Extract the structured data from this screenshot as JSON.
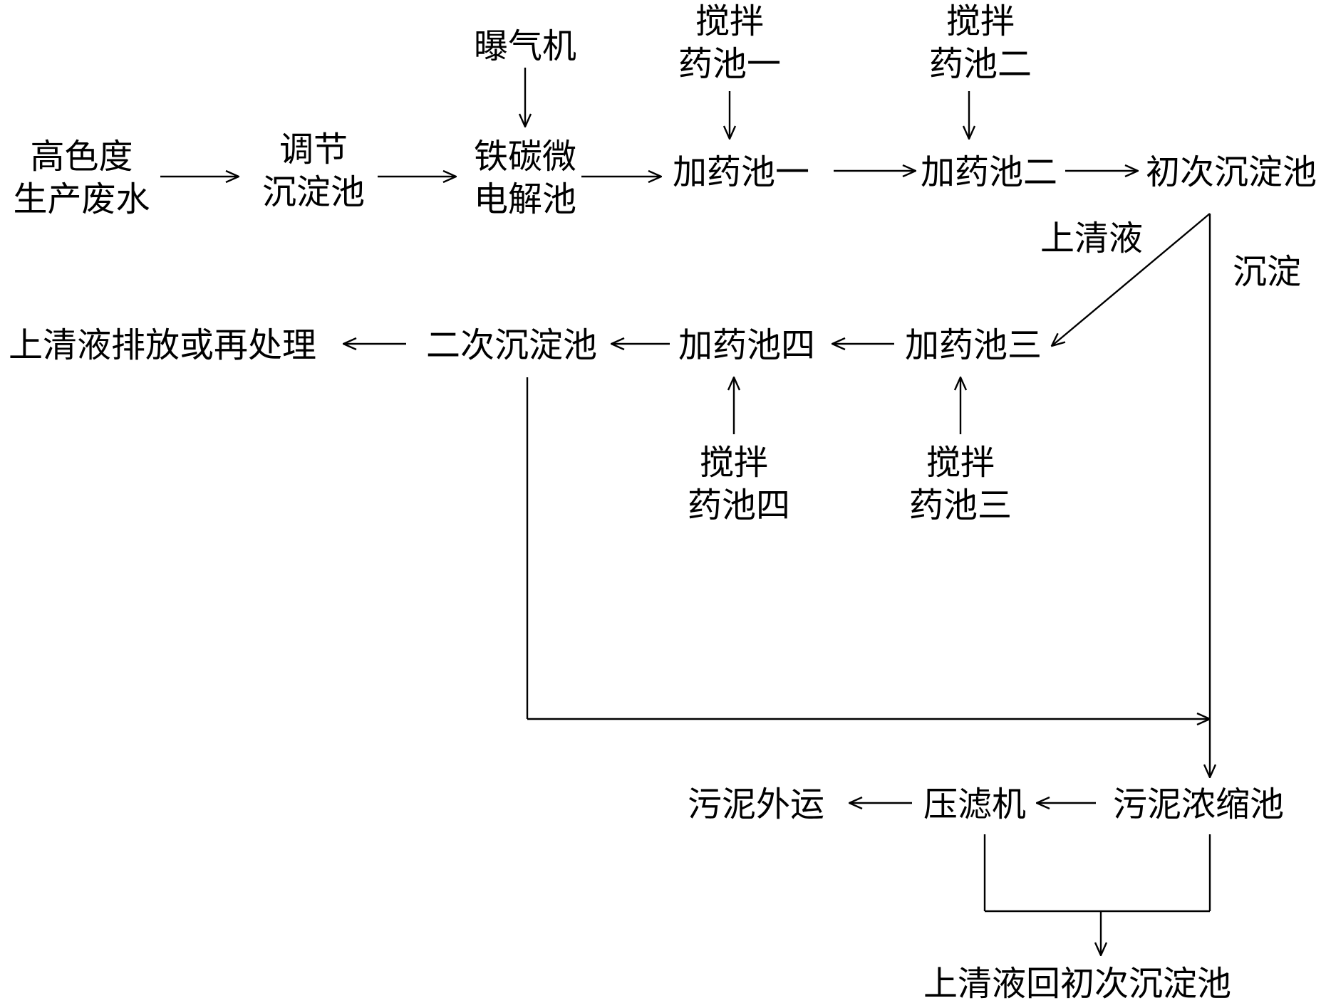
{
  "nodes": {
    "wastewater": [
      "高色度",
      "生产废水"
    ],
    "regulating_tank": [
      "调节",
      "沉淀池"
    ],
    "aerator": "曝气机",
    "iron_carbon_tank": [
      "铁碳微",
      "电解池"
    ],
    "stir_tank_1": [
      "搅拌",
      "药池一"
    ],
    "stir_tank_2": [
      "搅拌",
      "药池二"
    ],
    "dosing_tank_1": "加药池一",
    "dosing_tank_2": "加药池二",
    "primary_settling": "初次沉淀池",
    "supernatant_label": "上清液",
    "sediment_label": "沉淀",
    "discharge": "上清液排放或再处理",
    "secondary_settling": "二次沉淀池",
    "dosing_tank_4": "加药池四",
    "dosing_tank_3": "加药池三",
    "stir_tank_4": [
      "搅拌",
      "药池四"
    ],
    "stir_tank_3": [
      "搅拌",
      "药池三"
    ],
    "sludge_out": "污泥外运",
    "filter_press": "压滤机",
    "sludge_thickener": "污泥浓缩池",
    "return_supernatant": "上清液回初次沉淀池"
  }
}
